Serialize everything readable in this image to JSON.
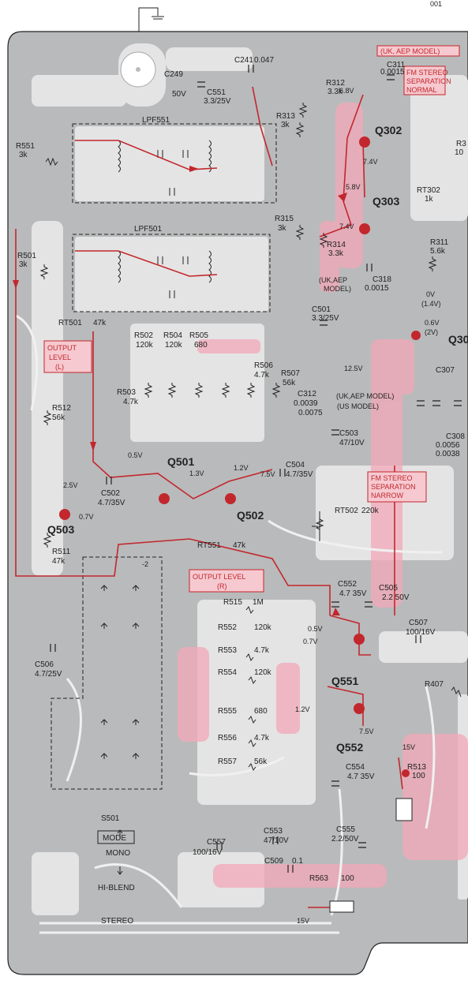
{
  "page_code": "001",
  "colors": {
    "board": "#b9babb",
    "trace_light": "#e4e4e4",
    "trace_pink": "#f3a8b8",
    "signal_red": "#c2272d",
    "outline": "#222222"
  },
  "boxes": {
    "uk_aep_model_top": "(UK, AEP MODEL)",
    "fm_stereo_sep_normal": [
      "FM STEREO",
      "SEPARATION",
      "NORMAL"
    ],
    "output_level_l": [
      "OUTPUT",
      "LEVEL",
      "(L)"
    ],
    "fm_stereo_sep_narrow": [
      "FM STEREO",
      "SEPARATION",
      "NARROW"
    ],
    "output_level_r": [
      "OUTPUT LEVEL",
      "(R)"
    ],
    "mode_label": "MODE"
  },
  "switch": {
    "ref": "S501",
    "positions": [
      "MONO",
      "HI-BLEND",
      "STEREO"
    ],
    "contact_label": "-2"
  },
  "filters": [
    "LPF551",
    "LPF501"
  ],
  "transistors": [
    "Q302",
    "Q303",
    "Q30",
    "Q501",
    "Q502",
    "Q503",
    "Q551",
    "Q552"
  ],
  "components": [
    {
      "ref": "C249",
      "value": "50V"
    },
    {
      "ref": "C241",
      "value": "0.047"
    },
    {
      "ref": "C311",
      "value": "0.0015"
    },
    {
      "ref": "C551",
      "value": "3.3/25V"
    },
    {
      "ref": "R312",
      "value": "3.3k"
    },
    {
      "ref": "R313",
      "value": "3k"
    },
    {
      "ref": "R551",
      "value": "3k"
    },
    {
      "ref": "R3",
      "value": "10"
    },
    {
      "ref": "RT302",
      "value": "1k"
    },
    {
      "ref": "R315",
      "value": "3k"
    },
    {
      "ref": "R314",
      "value": "3.3k"
    },
    {
      "ref": "R311",
      "value": "5.6k"
    },
    {
      "ref": "R501",
      "value": "3k"
    },
    {
      "ref": "C318",
      "value": "0.0015"
    },
    {
      "ref": "C501",
      "value": "3.3/25V"
    },
    {
      "ref": "RT501",
      "value": "47k"
    },
    {
      "ref": "R502",
      "value": "120k"
    },
    {
      "ref": "R504",
      "value": "120k"
    },
    {
      "ref": "R505",
      "value": "680"
    },
    {
      "ref": "R506",
      "value": "4.7k"
    },
    {
      "ref": "R507",
      "value": "56k"
    },
    {
      "ref": "C312",
      "value": "0.0039"
    },
    {
      "ref": "C307",
      "value": ""
    },
    {
      "ref": "R503",
      "value": "4.7k"
    },
    {
      "ref": "R512",
      "value": "56k"
    },
    {
      "ref": "C503",
      "value": "47/10V"
    },
    {
      "ref": "C308",
      "value": "0.0056"
    },
    {
      "ref": "C502",
      "value": "4.7/35V"
    },
    {
      "ref": "C504",
      "value": "4.7/35V"
    },
    {
      "ref": "RT502",
      "value": "220k"
    },
    {
      "ref": "R511",
      "value": "47k"
    },
    {
      "ref": "RT551",
      "value": "47k"
    },
    {
      "ref": "C552",
      "value": "4.7 35V"
    },
    {
      "ref": "C505",
      "value": "2.2 50V"
    },
    {
      "ref": "R515",
      "value": "1M"
    },
    {
      "ref": "C507",
      "value": "100/16V"
    },
    {
      "ref": "R552",
      "value": "120k"
    },
    {
      "ref": "R553",
      "value": "4.7k"
    },
    {
      "ref": "C506",
      "value": "4.7/25V"
    },
    {
      "ref": "R554",
      "value": "120k"
    },
    {
      "ref": "R407",
      "value": ""
    },
    {
      "ref": "R555",
      "value": "680"
    },
    {
      "ref": "R556",
      "value": "4.7k"
    },
    {
      "ref": "R557",
      "value": "56k"
    },
    {
      "ref": "C554",
      "value": "4.7 35V"
    },
    {
      "ref": "R513",
      "value": "100"
    },
    {
      "ref": "C557",
      "value": "100/16V"
    },
    {
      "ref": "C553",
      "value": "47/10V"
    },
    {
      "ref": "C555",
      "value": "2.2/50V"
    },
    {
      "ref": "C509",
      "value": "0.1"
    },
    {
      "ref": "R563",
      "value": "100"
    }
  ],
  "model_notes": {
    "c318_model": [
      "(UK,AEP",
      "MODEL)"
    ],
    "c312_models": [
      "(UK,AEP MODEL)",
      "(US MODEL)"
    ],
    "c312_alt_value": "0.0075",
    "c308_alt_value": "0.0038"
  },
  "voltages": [
    "6.8V",
    "7.4V",
    "5.8V",
    "7.4V",
    "0V",
    "(1.4V)",
    "0.6V",
    "(2V)",
    "12.5V",
    "0.5V",
    "1.3V",
    "1.2V",
    "7.5V",
    "2.5V",
    "0.7V",
    "0.5V",
    "0.7V",
    "1.2V",
    "7.5V",
    "15V",
    "15V"
  ]
}
